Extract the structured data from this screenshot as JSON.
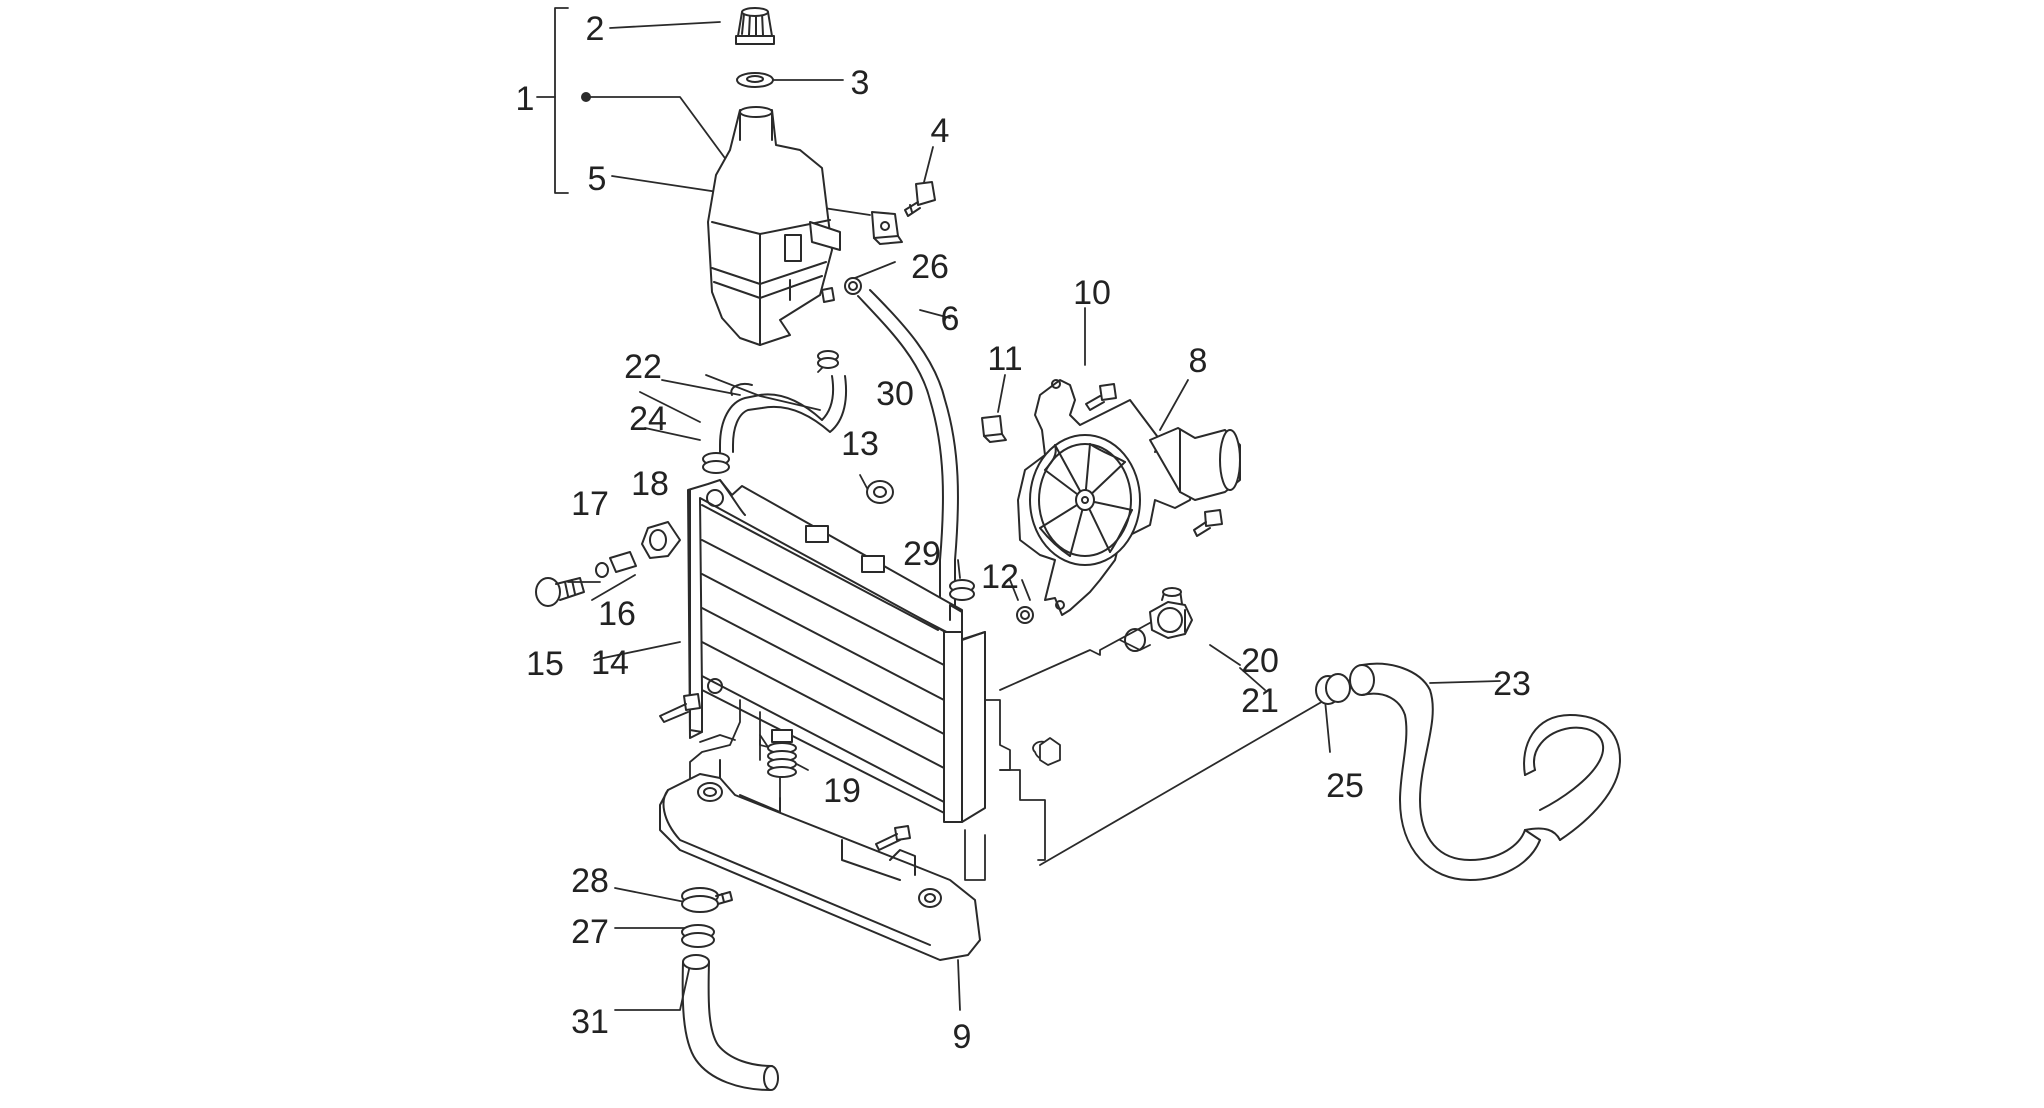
{
  "labels": {
    "l1": "1",
    "l2": "2",
    "l3": "3",
    "l4": "4",
    "l5": "5",
    "l6": "6",
    "l8": "8",
    "l9": "9",
    "l10": "10",
    "l11": "11",
    "l12": "12",
    "l13": "13",
    "l14": "14",
    "l15": "15",
    "l16": "16",
    "l17": "17",
    "l18": "18",
    "l19": "19",
    "l20": "20",
    "l21": "21",
    "l22": "22",
    "l23": "23",
    "l24": "24",
    "l25": "25",
    "l26": "26",
    "l27": "27",
    "l28": "28",
    "l29": "29",
    "l30": "30",
    "l31": "31"
  },
  "colors": {
    "line": "#2a2a2a",
    "text": "#222222",
    "background": "#ffffff",
    "fill": "#ffffff",
    "shade": "#e6e6e6"
  }
}
